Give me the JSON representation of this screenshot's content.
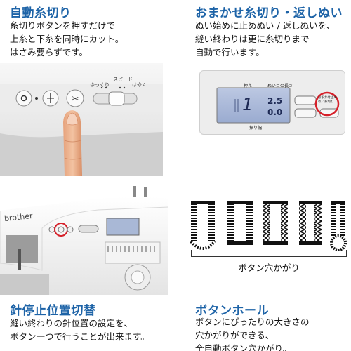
{
  "sections": {
    "auto_cut": {
      "title": "自動糸切り",
      "body": "糸切りボタンを押すだけで\n上糸と下糸を同時にカット。\nはさみ要らずです。",
      "panel": {
        "speed_label": "スピード",
        "slow_label": "ゆっくり",
        "fast_label": "はやく"
      }
    },
    "auto_tie": {
      "title": "おまかせ糸切り・返しぬい",
      "body": "ぬい始めに止めぬい / 返しぬいを、\n縫い終わりは更に糸切りまで\n自動で行います。",
      "lcd": {
        "tab_label": "押え",
        "length_label": "ぬい目の長さ",
        "width_label": "振り幅",
        "pattern_number": "1",
        "length_value": "2.5",
        "width_value": "0.0",
        "mode_labels": "おまかせ止めぬい糸切り"
      }
    },
    "needle_stop": {
      "title": "針停止位置切替",
      "body": "縫い終わりの針位置の設定を、\nボタン一つで行うことが出来ます。",
      "brand": "brother"
    },
    "buttonhole": {
      "title": "ボタンホール",
      "body": "ボタンにぴったりの大きさの\n穴かがりができる、\n全自動ボタン穴かがり。",
      "caption": "ボタン穴かがり"
    }
  },
  "colors": {
    "title_blue": "#1d63a7",
    "highlight_red": "#d6202a",
    "lcd_blue": "#a9b8d6"
  }
}
